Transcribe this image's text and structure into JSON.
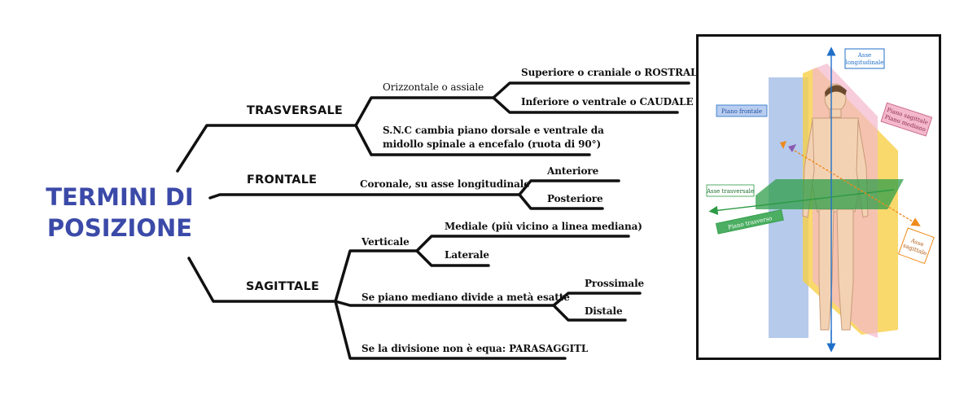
{
  "title": {
    "line1": "TERMINI DI",
    "line2": "POSIZIONE"
  },
  "branches": [
    {
      "label": "TRASVERSALE",
      "children": [
        {
          "label": "Orizzontale o assiale",
          "children": [
            "Superiore o craniale o ROSTRALE",
            "Inferiore o ventrale o CAUDALE"
          ]
        },
        {
          "label_lines": [
            "S.N.C cambia piano dorsale e ventrale da",
            "midollo spinale a encefalo (ruota di 90°)"
          ]
        }
      ]
    },
    {
      "label": "FRONTALE",
      "children": [
        {
          "label": "Coronale, su asse longitudinale",
          "children": [
            "Anteriore",
            "Posteriore"
          ]
        }
      ]
    },
    {
      "label": "SAGITTALE",
      "children": [
        {
          "label": "Verticale",
          "children": [
            "Mediale (più vicino a linea mediana)",
            "Laterale"
          ]
        },
        {
          "label": "Se piano mediano divide a metà esatte",
          "children": [
            "Prossimale",
            "Distale"
          ]
        },
        {
          "label": "Se la divisione non è equa: PARASAGGITL"
        }
      ]
    }
  ],
  "figure": {
    "labels": {
      "asse_longitudinale": [
        "Asse",
        "longitudinale"
      ],
      "piano_frontale": "Piano frontale",
      "piano_sagittale": [
        "Piano sagittale",
        "Piano mediano"
      ],
      "asse_trasversale": "Asse trasversale",
      "piano_trasverso": "Piano trasverso",
      "asse_sagittale": [
        "Asse",
        "sagittale"
      ]
    },
    "colors": {
      "frontal_plane": "#9db8e6",
      "sagittal_plane": "#f4b8cc",
      "median_plane": "#f7d047",
      "transverse_plane": "#2f9e4a",
      "axis_blue": "#1f6fc9",
      "axis_green": "#2d9a45",
      "axis_orange": "#f08a1c"
    }
  },
  "colors": {
    "title": "#3b4aa8",
    "lines": "#111111"
  }
}
